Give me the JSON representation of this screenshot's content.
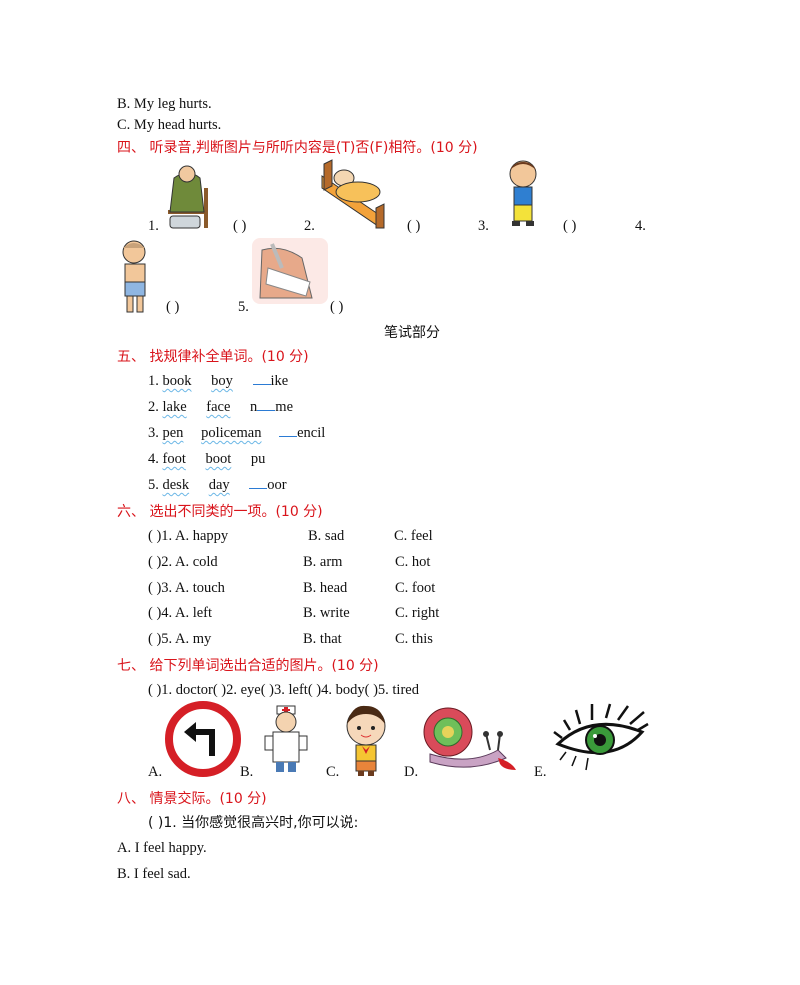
{
  "top": {
    "b": "B. My leg hurts.",
    "c": "C. My head hurts."
  },
  "s4": {
    "title": "四、 听录音,判断图片与所听内容是(T)否(F)相符。(10 分)",
    "items": [
      {
        "num": "1.",
        "paren": "(        )"
      },
      {
        "num": "2.",
        "paren": "(        )"
      },
      {
        "num": "3.",
        "paren": "(        )"
      },
      {
        "num": "4.",
        "paren": ""
      },
      {
        "num": "",
        "paren": "(        )"
      },
      {
        "num": "5.",
        "paren": "(        )"
      }
    ]
  },
  "written_heading": "笔试部分",
  "s5": {
    "title": "五、 找规律补全单词。(10 分)",
    "rows": [
      {
        "num": "1.",
        "w1": "book",
        "w2": "boy",
        "pre": "",
        "post": "ike"
      },
      {
        "num": "2.",
        "w1": "lake",
        "w2": "face",
        "pre": "n",
        "post": "me"
      },
      {
        "num": "3.",
        "w1": "pen",
        "w2": "policeman",
        "pre": "",
        "post": "encil"
      },
      {
        "num": "4.",
        "w1": "foot",
        "w2": "boot",
        "pre": "pu",
        "post": ""
      },
      {
        "num": "5.",
        "w1": "desk",
        "w2": "day",
        "pre": "",
        "post": "oor"
      }
    ]
  },
  "s6": {
    "title": "六、 选出不同类的一项。(10 分)",
    "rows": [
      {
        "q": "(        )1. A. happy",
        "b": "B. sad",
        "c": "C. feel"
      },
      {
        "q": "(        )2. A. cold",
        "b": "B. arm",
        "c": "C. hot"
      },
      {
        "q": "(        )3. A. touch",
        "b": "B. head",
        "c": "C. foot"
      },
      {
        "q": "(        )4. A. left",
        "b": "B. write",
        "c": "C. right"
      },
      {
        "q": "(        )5. A. my",
        "b": "B. that",
        "c": "C. this"
      }
    ]
  },
  "s7": {
    "title": "七、 给下列单词选出合适的图片。(10 分)",
    "line": "(        )1. doctor(        )2. eye(        )3. left(        )4. body(        )5. tired",
    "labels": [
      "A.",
      "B.",
      "C.",
      "D.",
      "E."
    ]
  },
  "s8": {
    "title": "八、 情景交际。(10 分)",
    "q1": "(        )1. 当你感觉很高兴时,你可以说:",
    "a": "A. I feel happy.",
    "b": "B. I feel sad."
  },
  "colors": {
    "heading": "#d9141b",
    "underline": "#2b7bd4",
    "wavy": "#6bb7e6"
  }
}
